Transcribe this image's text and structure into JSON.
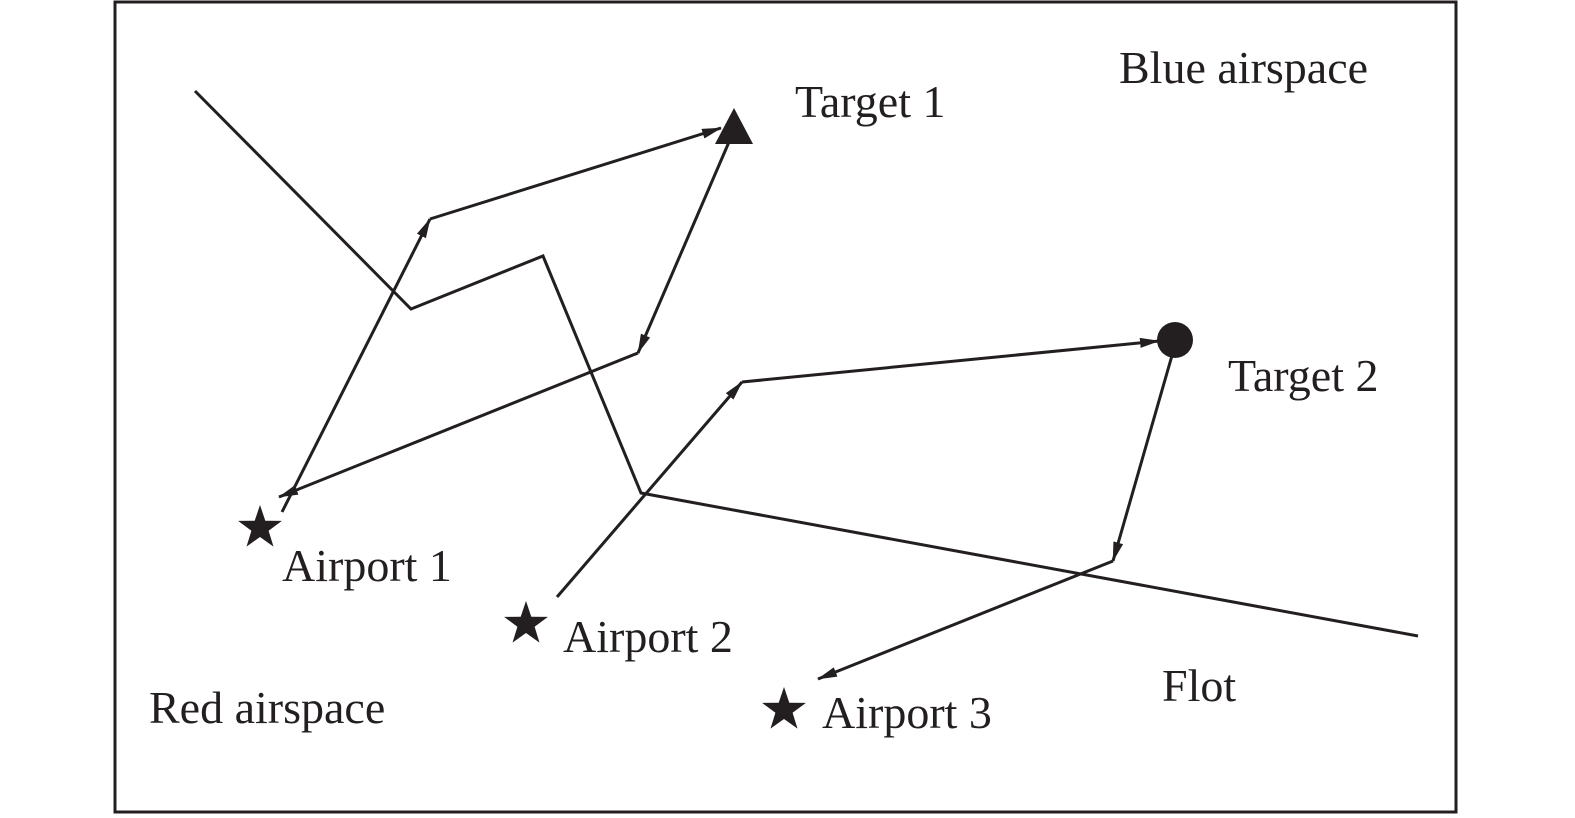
{
  "figure": {
    "region_labels": {
      "blue": "Blue airspace",
      "red": "Red airspace"
    },
    "boundary_label": "Flot",
    "targets": [
      {
        "label": "Target 1",
        "marker": "triangle"
      },
      {
        "label": "Target 2",
        "marker": "circle"
      }
    ],
    "airports": [
      {
        "label": "Airport 1",
        "marker": "star"
      },
      {
        "label": "Airport 2",
        "marker": "star"
      },
      {
        "label": "Airport 3",
        "marker": "star"
      }
    ],
    "colors": {
      "ink": "#231f20",
      "background": "#ffffff"
    }
  }
}
